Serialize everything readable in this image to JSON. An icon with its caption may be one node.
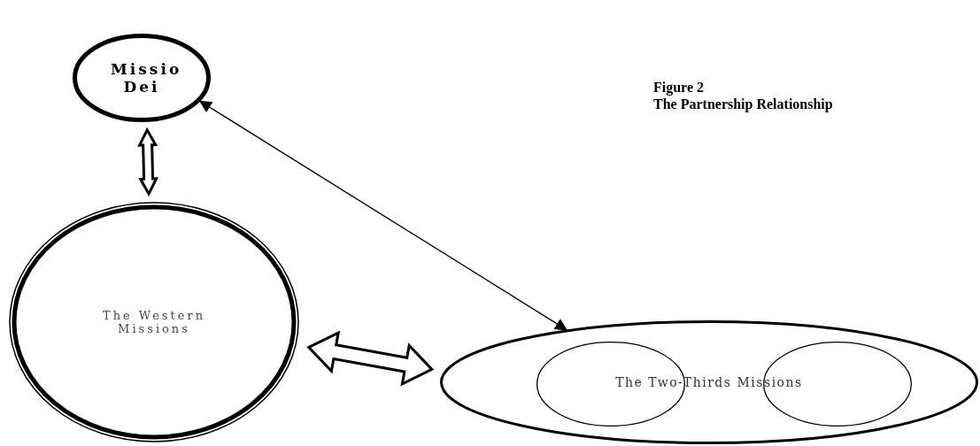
{
  "diagram": {
    "title": "Figure 2",
    "caption": "The Partnership Relationship",
    "nodes": [
      {
        "text": [
          "Missio Dei"
        ]
      },
      {
        "text": [
          "The Western Missions"
        ]
      },
      {
        "text": [
          "The Two-Thirds Missions"
        ]
      },
      {
        "text": [],
        "shape": "circle",
        "in": 2
      },
      {
        "text": [],
        "shape": "circle",
        "in": 2
      }
    ],
    "edges": [
      {
        "from": 0,
        "to": 1,
        "arrow": "both",
        "style": "thick"
      },
      {
        "from": 1,
        "to": 2,
        "arrow": "both",
        "style": "thick"
      },
      {
        "from": 0,
        "to": 2,
        "arrow": "both"
      }
    ]
  }
}
